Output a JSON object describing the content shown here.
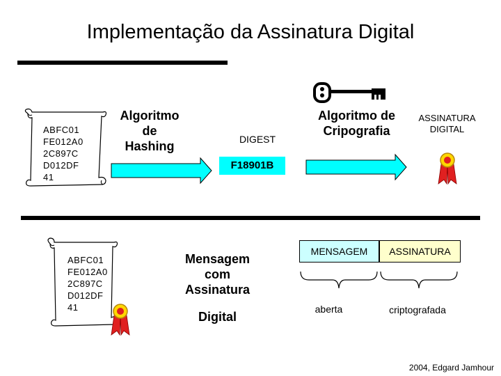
{
  "title": "Implementação da Assinatura Digital",
  "top_row": {
    "scroll_lines": [
      "ABFC01",
      "FE012A0",
      "2C897C",
      "D012DF",
      "41"
    ],
    "hashing_label": [
      "Algoritmo",
      "de",
      "Hashing"
    ],
    "digest_label": "DIGEST",
    "digest_value": "F18901B",
    "crypto_label": [
      "Algoritmo de",
      "Cripografia"
    ],
    "signature_label": [
      "ASSINATURA",
      "DIGITAL"
    ]
  },
  "bottom_row": {
    "scroll_lines": [
      "ABFC01",
      "FE012A0",
      "2C897C",
      "D012DF",
      "41"
    ],
    "message_label": [
      "Mensagem",
      "com",
      "Assinatura"
    ],
    "digital_label": "Digital",
    "box_message": "MENSAGEM",
    "box_signature": "ASSINATURA",
    "caption_open": "aberta",
    "caption_encrypted": "criptografada"
  },
  "footer": "2004, Edgard Jamhour",
  "colors": {
    "arrow_cyan": "#00ffff",
    "digest_box": "#00ffff",
    "message_box": "#ccffff",
    "signature_box": "#ffffcc",
    "seal_red": "#e02020",
    "seal_gold": "#ffd700"
  },
  "icons": [
    "scroll-icon",
    "key-icon",
    "seal-icon",
    "right-arrow-icon",
    "brace-icon"
  ]
}
